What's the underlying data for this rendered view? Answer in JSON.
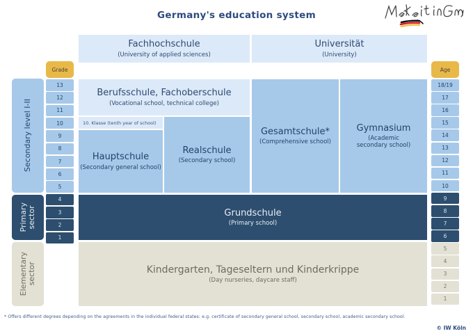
{
  "header": {
    "title": "Germany's education system",
    "logo_text": "Make it in Germany",
    "logo_name": "make-it-in-germany-logo"
  },
  "tertiary": [
    {
      "name": "fachhochschule",
      "de": "Fachhochschule",
      "en": "(University of applied sciences)"
    },
    {
      "name": "universitaet",
      "de": "Universität",
      "en": "(University)"
    }
  ],
  "sectors": [
    {
      "name": "secondary",
      "label": "Secondary level I-II"
    },
    {
      "name": "primary",
      "label": "Primary\nsector"
    },
    {
      "name": "elementary",
      "label": "Elementary\nsector"
    }
  ],
  "columns": {
    "grade_header": "Grade",
    "age_header": "Age",
    "grades": [
      "13",
      "12",
      "11",
      "10",
      "9",
      "8",
      "7",
      "6",
      "5",
      "4",
      "3",
      "2",
      "1"
    ],
    "ages": [
      "18/19",
      "17",
      "16",
      "15",
      "14",
      "13",
      "12",
      "11",
      "10",
      "9",
      "8",
      "7",
      "6",
      "5",
      "4",
      "3",
      "2",
      "1"
    ]
  },
  "schools": {
    "berufsschule": {
      "de": "Berufsschule, Fachoberschule",
      "en": "(Vocational school, technical college)"
    },
    "klasse_note": "10. Klasse (tenth year of school)",
    "hauptschule": {
      "de": "Hauptschule",
      "en": "(Secondary general school)"
    },
    "realschule": {
      "de": "Realschule",
      "en": "(Secondary school)"
    },
    "gesamtschule": {
      "de": "Gesamtschule*",
      "en": "(Comprehensive school)"
    },
    "gymnasium": {
      "de": "Gymnasium",
      "en": "(Academic\nsecondary school)"
    },
    "grundschule": {
      "de": "Grundschule",
      "en": "(Primary school)"
    },
    "kindergarten": {
      "de": "Kindergarten, Tageseltern und Kinderkrippe",
      "en": "(Day nurseries, daycare staff)"
    }
  },
  "footer": {
    "footnote": "* Offers different degrees depending on the agreements in the individual federal states: e.g. certificate of secondary general school, secondary school, academic secondary school.",
    "copyright": "© IW Köln"
  },
  "colors": {
    "pale_blue": "#dce9f8",
    "mid_blue": "#a7c9e9",
    "navy": "#2d4e6e",
    "beige": "#e3e1d4",
    "gold": "#e8b949",
    "text_blue": "#2e4a7e"
  }
}
